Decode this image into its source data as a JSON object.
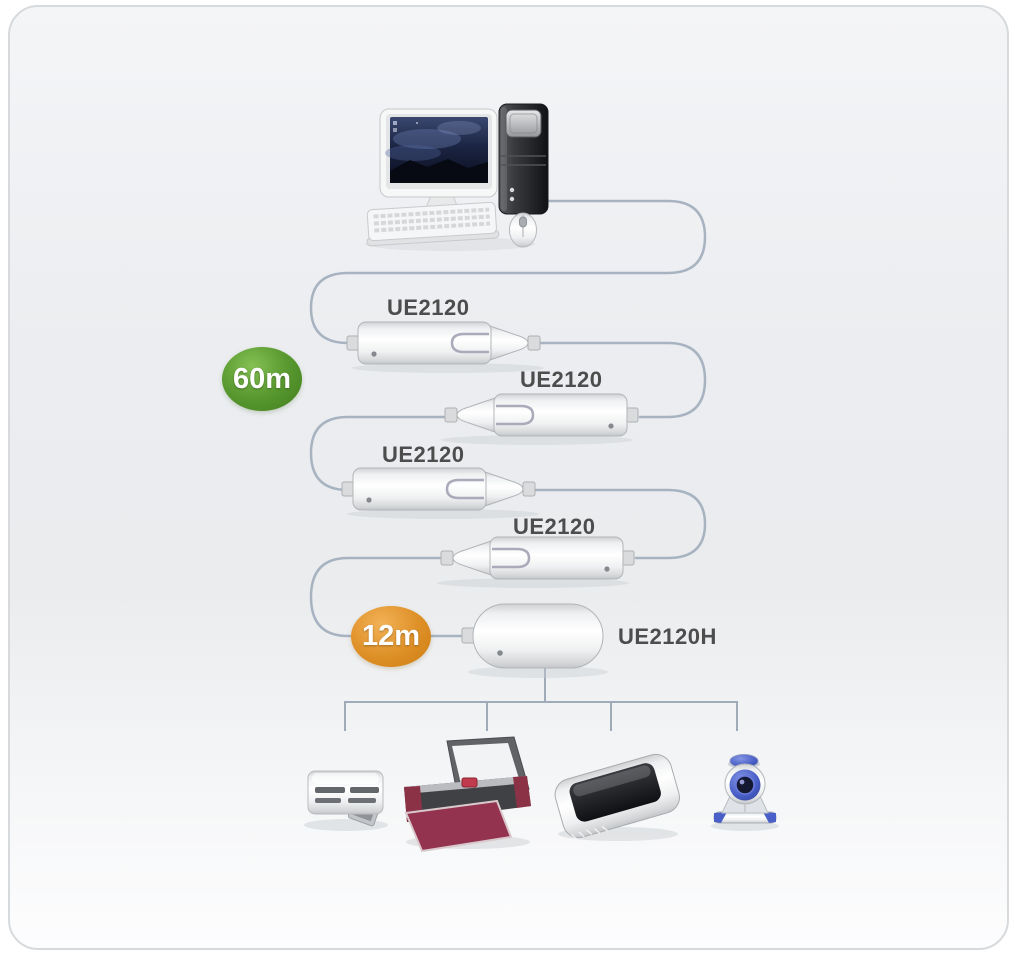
{
  "source_device": {
    "name": "desktop-computer"
  },
  "extenders": [
    {
      "label": "UE2120"
    },
    {
      "label": "UE2120"
    },
    {
      "label": "UE2120"
    },
    {
      "label": "UE2120"
    }
  ],
  "hub": {
    "label": "UE2120H"
  },
  "badges": {
    "total_distance": {
      "label": "60m",
      "color": "#4c8a26"
    },
    "segment_distance": {
      "label": "12m",
      "color": "#de8f1f"
    }
  },
  "peripherals": [
    {
      "name": "card-reader-icon"
    },
    {
      "name": "printer-icon"
    },
    {
      "name": "scanner-icon"
    },
    {
      "name": "webcam-icon"
    }
  ],
  "colors": {
    "cable": "#a7b3c1",
    "bracket": "#9fabb9",
    "label_text": "#4d4d4d",
    "panel_border": "#d7dadd"
  }
}
